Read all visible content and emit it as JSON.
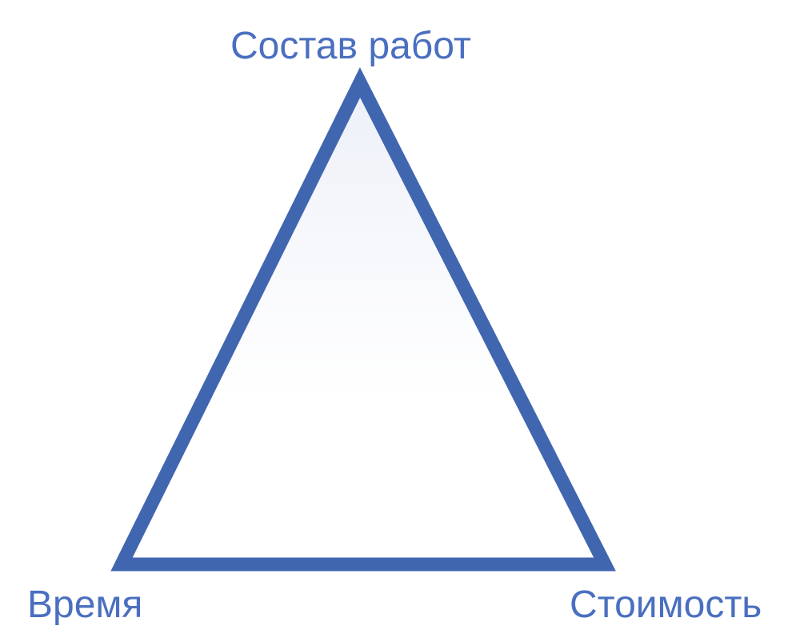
{
  "diagram": {
    "labels": {
      "top": "Состав работ",
      "bottom_left": "Время",
      "bottom_right": "Стоимость"
    },
    "colors": {
      "stroke": "#4166b0",
      "text": "#4a6fc0",
      "fill_top": "#edf0f8",
      "fill_bottom": "#ffffff"
    }
  }
}
